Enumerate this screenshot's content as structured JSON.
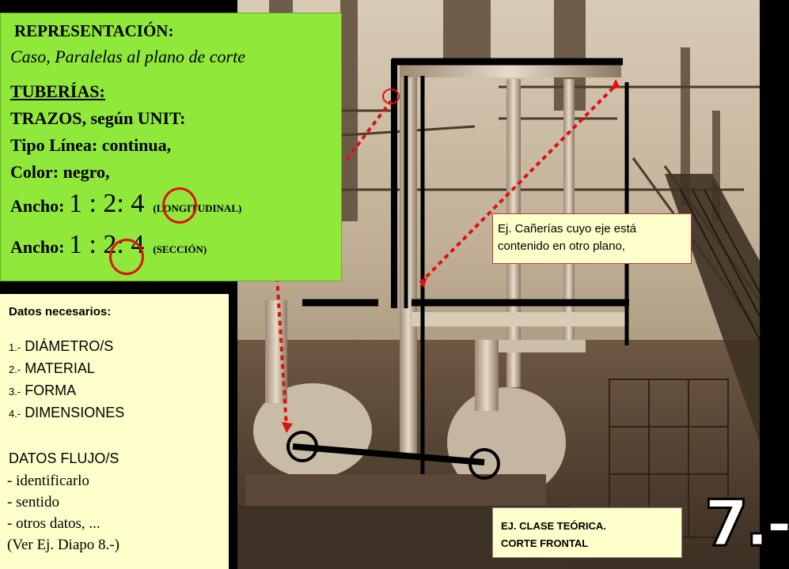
{
  "title": {
    "representacion": "REPRESENTACIÓN:",
    "caso": "Caso, Paralelas al plano de corte"
  },
  "tuberias": {
    "header": "TUBERÍAS:",
    "trazos": "TRAZOS, según UNIT:",
    "tipo_linea": "Tipo Línea: continua,",
    "color": "Color: negro,",
    "ancho_label": "Ancho:",
    "ancho_values": "1 : 2: 4",
    "longitudinal": "(LONGITUDINAL)",
    "seccion": "(SECCIÓN)"
  },
  "datos": {
    "header": "Datos necesarios:",
    "items": [
      {
        "num": "1.-",
        "text": "DIÁMETRO/S"
      },
      {
        "num": "2.-",
        "text": "MATERIAL"
      },
      {
        "num": "3.-",
        "text": "FORMA"
      },
      {
        "num": "4.-",
        "text": "DIMENSIONES"
      }
    ],
    "flujo_header": "DATOS FLUJO/S",
    "flujo_items": [
      "- identificarlo",
      "- sentido",
      "- otros datos, ...",
      "(Ver Ej. Diapo 8.-)"
    ]
  },
  "note_right": {
    "line1": "Ej. Cañerías cuyo eje está",
    "line2": "contenido en otro plano,"
  },
  "note_bottom": {
    "line1": "EJ. CLASE TEÓRICA.",
    "line2": "CORTE FRONTAL"
  },
  "slide_number": "7.-",
  "colors": {
    "green_panel": "#8fe83a",
    "yellow_panel": "#ffffcc",
    "annotation_red": "#e01010",
    "pipe_black": "#000000"
  }
}
